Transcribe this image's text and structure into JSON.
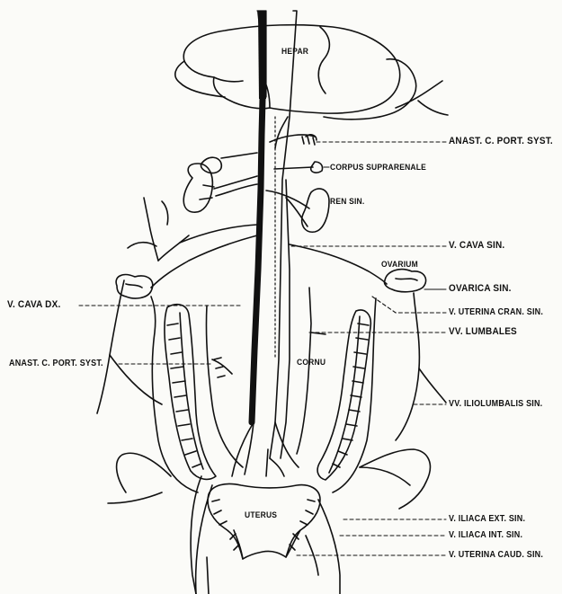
{
  "labels": {
    "hepar": "HEPAR",
    "anast_right": "ANAST. C. PORT. SYST.",
    "corpus_suprarenale": "CORPUS SUPRARENALE",
    "ren_sin": "REN SIN.",
    "v_cava_sin": "V. CAVA SIN.",
    "ovarium": "OVARIUM",
    "v_cava_dx": "V. CAVA DX.",
    "ovarica_sin": "OVARICA SIN.",
    "v_uterina_cran_sin": "V. UTERINA CRAN. SIN.",
    "vv_lumbales": "VV. LUMBALES",
    "anast_left": "ANAST. C. PORT. SYST.",
    "cornu": "CORNU",
    "vv_iliolumbalis_sin": "VV. ILIOLUMBALIS SIN.",
    "uterus": "UTERUS",
    "v_iliaca_ext_sin": "V. ILIACA EXT. SIN.",
    "v_iliaca_int_sin": "V. ILIACA INT. SIN.",
    "v_uterina_caud_sin": "V. UTERINA CAUD. SIN."
  }
}
